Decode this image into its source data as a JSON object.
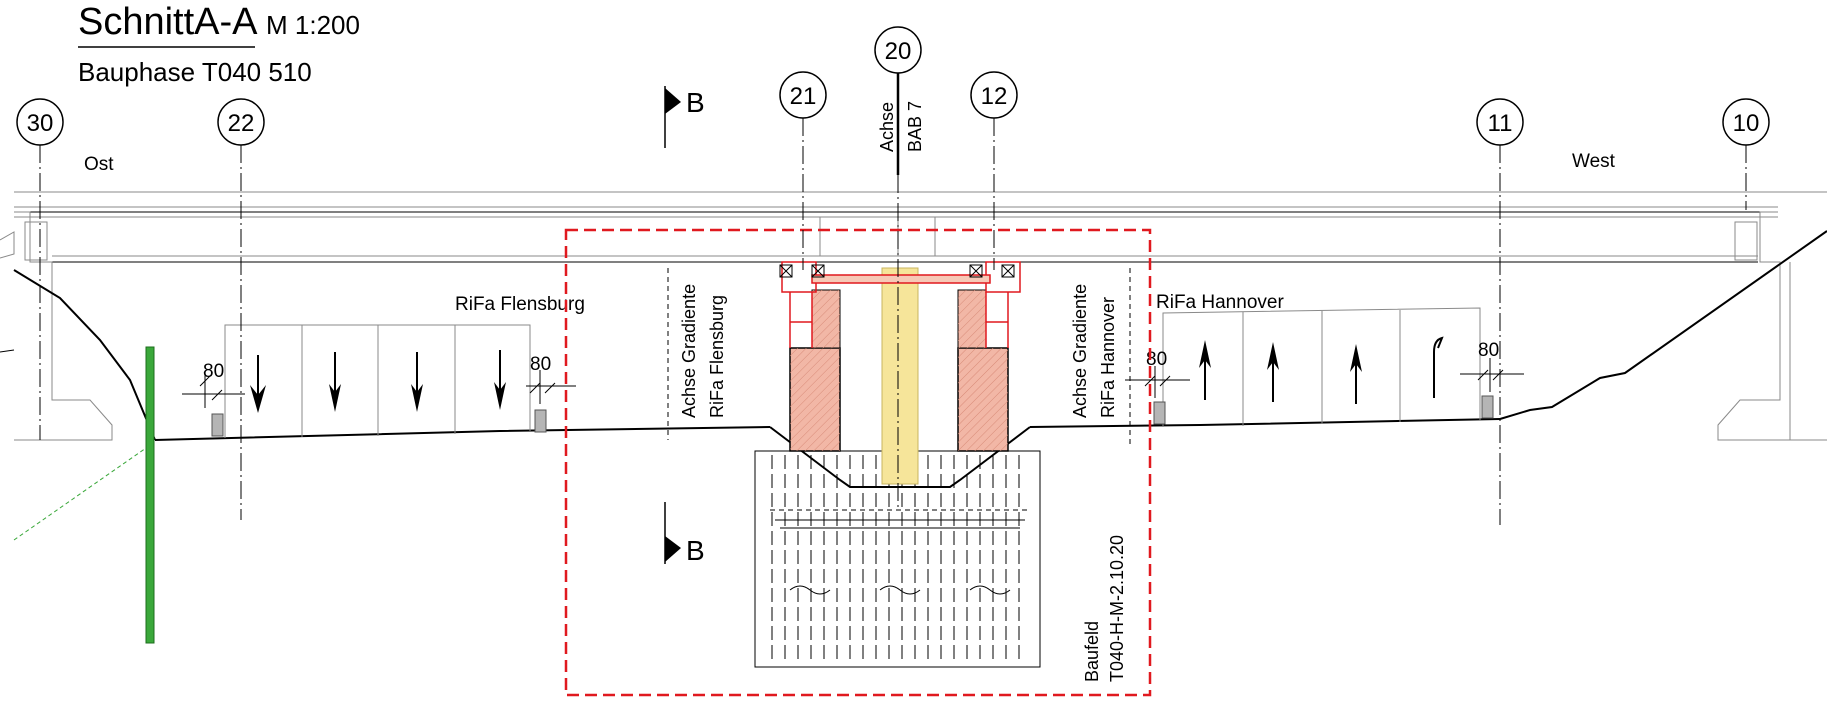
{
  "title": {
    "main": "SchnittA-A",
    "scale": "M 1:200",
    "phase": "Bauphase T040 510"
  },
  "axes": [
    {
      "id": "30",
      "label": "30"
    },
    {
      "id": "22",
      "label": "22"
    },
    {
      "id": "21",
      "label": "21"
    },
    {
      "id": "20",
      "label": "20"
    },
    {
      "id": "12",
      "label": "12"
    },
    {
      "id": "11",
      "label": "11"
    },
    {
      "id": "10",
      "label": "10"
    }
  ],
  "direction": {
    "east": "Ost",
    "west": "West"
  },
  "section_markers": {
    "top": "B",
    "bottom": "B"
  },
  "motorway_axis": {
    "line1": "Achse",
    "line2": "BAB 7"
  },
  "carriageways": {
    "left": "RiFa Flensburg",
    "right": "RiFa Hannover"
  },
  "gradient_axes": {
    "left": {
      "line1": "Achse Gradiente",
      "line2": "RiFa Flensburg"
    },
    "right": {
      "line1": "Achse Gradiente",
      "line2": "RiFa Hannover"
    }
  },
  "dimensions": {
    "d1": "80",
    "d2": "80",
    "d3": "80",
    "d4": "80"
  },
  "construction_field": {
    "line1": "Baufeld",
    "line2": "T040-H-M-2.10.20"
  },
  "colors": {
    "boundary": "#e0191f",
    "pier": "#f2b7a6",
    "core": "#f6e59a",
    "pile_wall": "#3aa83a",
    "falsework": "#e0191f"
  }
}
